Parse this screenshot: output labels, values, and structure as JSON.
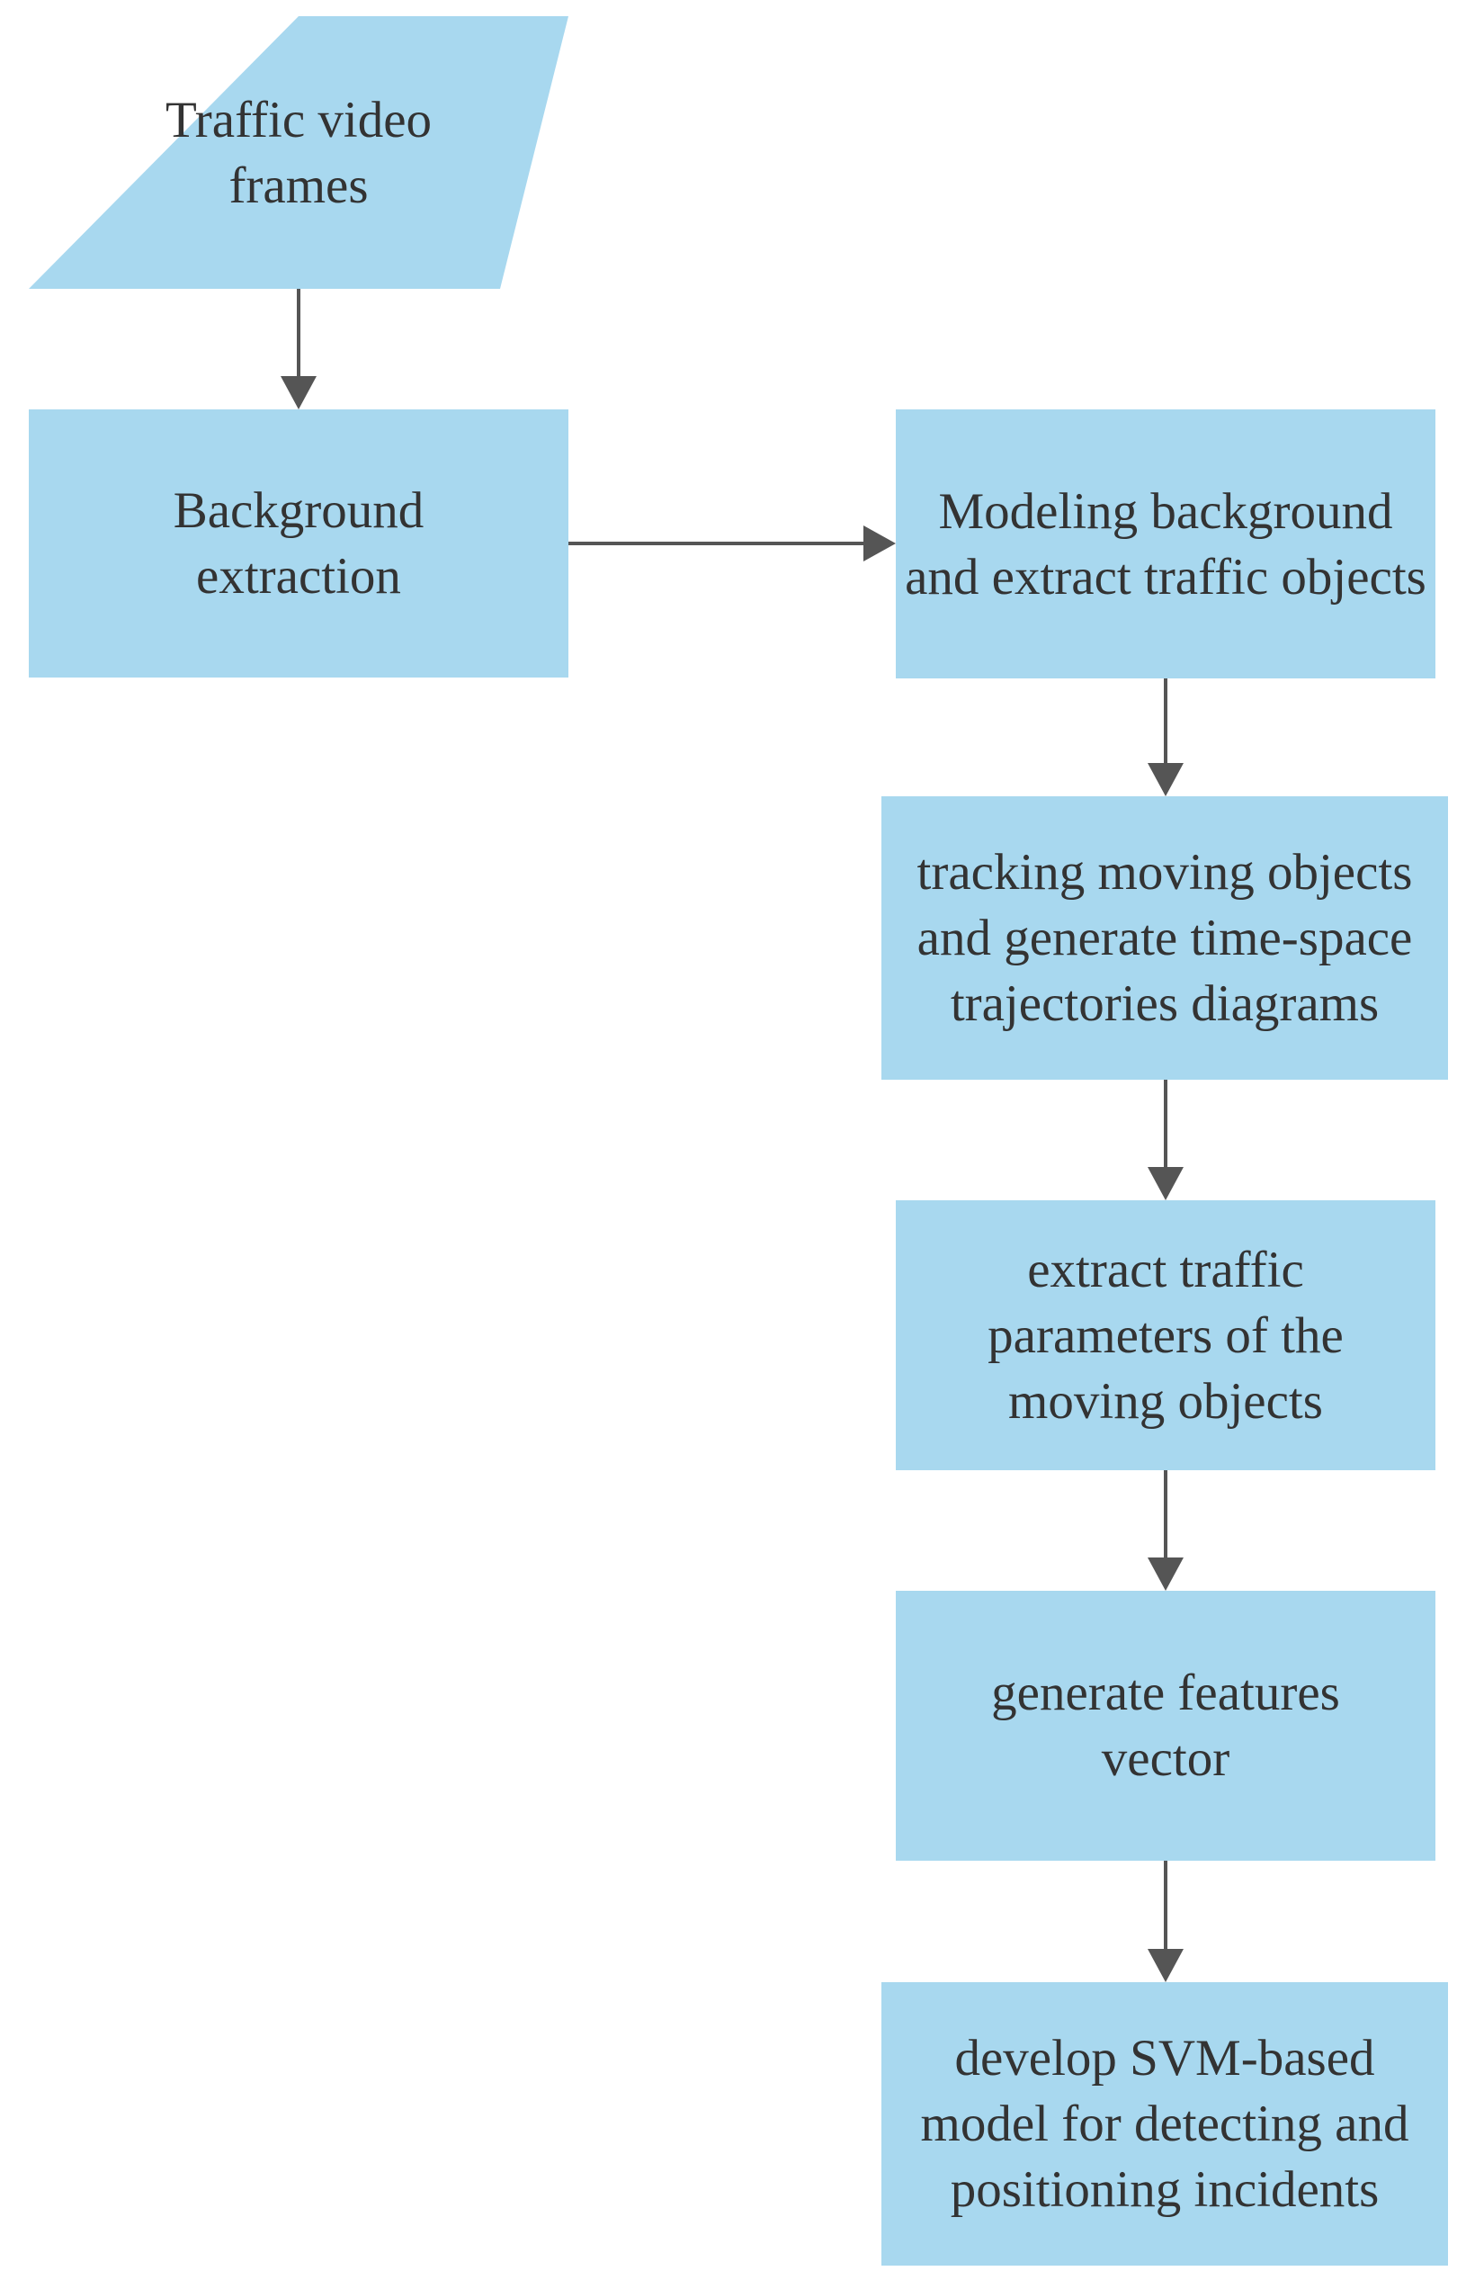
{
  "colors": {
    "node_fill": "#a8d8ef",
    "node_text": "#333333",
    "connector": "#555555",
    "background": "#ffffff"
  },
  "nodes": {
    "input": {
      "shape": "parallelogram",
      "label": "Traffic video frames"
    },
    "background_extraction": {
      "shape": "rectangle",
      "label": "Background extraction"
    },
    "modeling": {
      "shape": "rectangle",
      "label": "Modeling background and extract traffic objects"
    },
    "tracking": {
      "shape": "rectangle",
      "label": "tracking moving objects and generate time-space trajectories diagrams"
    },
    "parameters": {
      "shape": "rectangle",
      "label": "extract traffic parameters of the moving objects"
    },
    "features": {
      "shape": "rectangle",
      "label": "generate features vector"
    },
    "svm": {
      "shape": "rectangle",
      "label": "develop SVM-based model for detecting and positioning incidents"
    }
  },
  "edges": [
    {
      "from": "input",
      "to": "background_extraction"
    },
    {
      "from": "background_extraction",
      "to": "modeling"
    },
    {
      "from": "modeling",
      "to": "tracking"
    },
    {
      "from": "tracking",
      "to": "parameters"
    },
    {
      "from": "parameters",
      "to": "features"
    },
    {
      "from": "features",
      "to": "svm"
    }
  ]
}
